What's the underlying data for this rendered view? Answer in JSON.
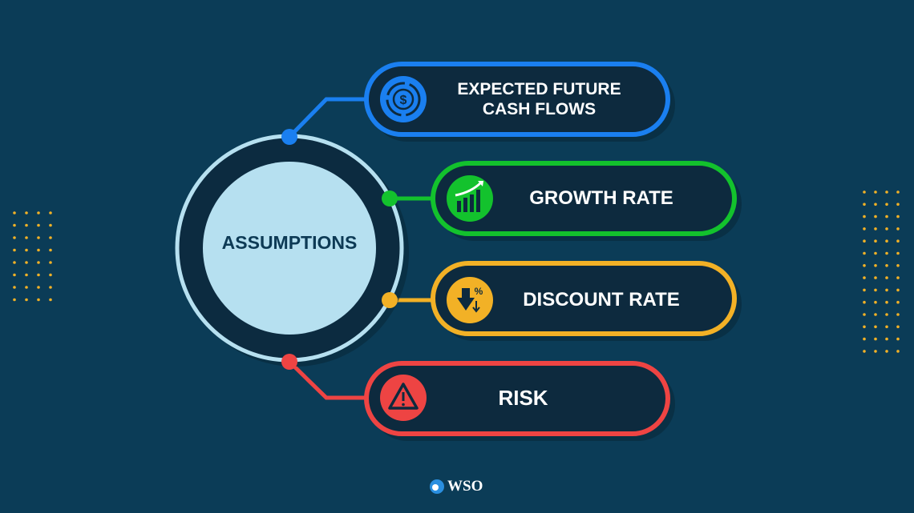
{
  "center": {
    "label": "ASSUMPTIONS"
  },
  "items": [
    {
      "label": "EXPECTED FUTURE CASH FLOWS",
      "icon": "dollar-cycle-icon",
      "color": "#1a7ff0"
    },
    {
      "label": "GROWTH RATE",
      "icon": "growth-chart-icon",
      "color": "#13c22d"
    },
    {
      "label": "DISCOUNT RATE",
      "icon": "discount-arrow-icon",
      "color": "#f2b126"
    },
    {
      "label": "RISK",
      "icon": "warning-icon",
      "color": "#ee4443"
    }
  ],
  "logo": {
    "text": "WSO"
  },
  "colors": {
    "background": "#0b3c57",
    "pill_fill": "#0d2a3e",
    "ring": "#b6e0f0",
    "dots": "#f2b126"
  }
}
